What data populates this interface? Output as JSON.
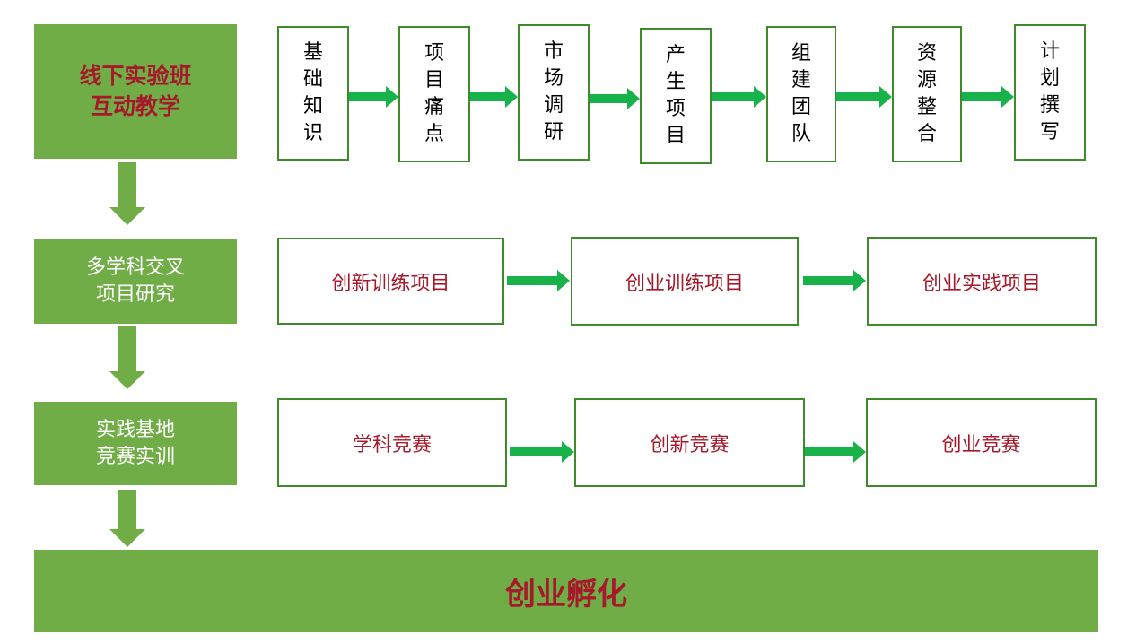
{
  "stages": {
    "s1": [
      "线下实验班",
      "互动教学"
    ],
    "s2": [
      "多学科交叉",
      "项目研究"
    ],
    "s3": [
      "实践基地",
      "竞赛实训"
    ],
    "final": "创业孵化"
  },
  "row1": [
    "基础知识",
    "项目痛点",
    "市场调研",
    "产生项目",
    "组建团队",
    "资源整合",
    "计划撰写"
  ],
  "row2": [
    "创新训练项目",
    "创业训练项目",
    "创业实践项目"
  ],
  "row3": [
    "学科竞赛",
    "创新竞赛",
    "创业竞赛"
  ],
  "colors": {
    "stage_green": "#70ad47",
    "arrow_green": "#18b24a",
    "accent_red": "#a5192b",
    "border_green": "#3f8a2a"
  }
}
